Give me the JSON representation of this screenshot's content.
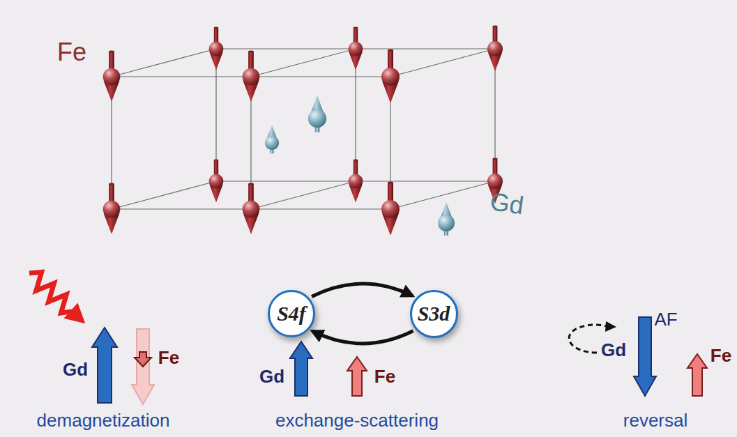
{
  "diagram": {
    "nodes": [
      {
        "text": [
          "S4f"
        ]
      },
      {
        "text": [
          "S3d"
        ]
      }
    ],
    "edges": [
      {
        "from": 0,
        "to": 1,
        "arrow": "to"
      },
      {
        "from": 1,
        "to": 0,
        "arrow": "to"
      }
    ],
    "labels": [
      "Fe",
      "Gd",
      "Gd",
      "Fe",
      "demagnetization",
      "Gd",
      "Fe",
      "exchange-scattering",
      "AF",
      "Gd",
      "Fe",
      "reversal"
    ]
  }
}
